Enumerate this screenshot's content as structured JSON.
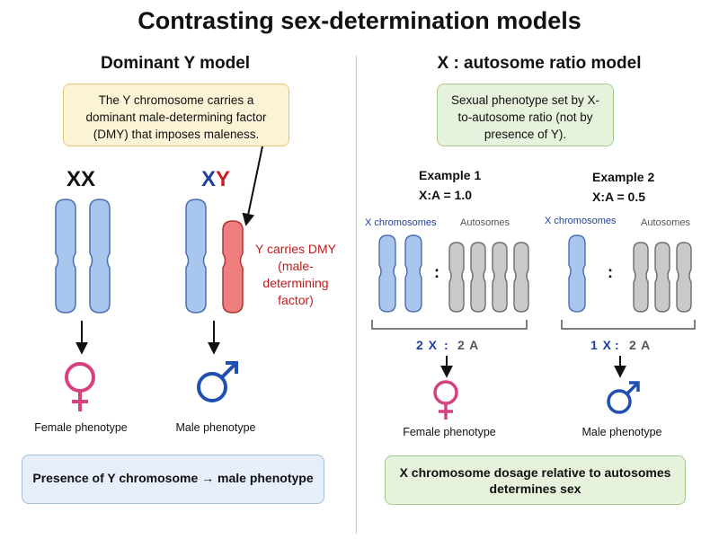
{
  "title": "Contrasting sex-determination models",
  "left": {
    "heading": "Dominant Y model",
    "note": "The Y chromosome carries a dominant male-determining factor (DMY) that imposes maleness.",
    "xx_label": "XX",
    "xy_label_x": "X",
    "xy_label_y": "Y",
    "y_callout": "Y carries DMY (male-determining factor)",
    "female_label": "Female phenotype",
    "male_label": "Male phenotype",
    "summary": "Presence of Y chromosome → male phenotype"
  },
  "right": {
    "heading": "X : autosome ratio model",
    "note": "Sexual phenotype set by X-to-autosome ratio (not by presence of Y).",
    "example1": {
      "title": "Example 1",
      "ratio": "X:A = 1.0",
      "x_label": "X chromosomes",
      "a_label": "Autosomes",
      "count_x": "2 X",
      "count_a": "2 A",
      "phenotype": "Female phenotype"
    },
    "example2": {
      "title": "Example 2",
      "ratio": "X:A = 0.5",
      "x_label": "X chromosomes",
      "a_label": "Autosomes",
      "count_x": "1 X",
      "count_a": "2 A",
      "phenotype": "Male phenotype"
    },
    "summary": "X chromosome dosage relative to autosomes determines sex"
  },
  "colors": {
    "x_chromosome": "#a9c6ee",
    "y_chromosome": "#ef7f7f",
    "autosome": "#c9c9c9",
    "female_symbol": "#d6417f",
    "male_symbol": "#1f4fb0",
    "x_text": "#1f3f99",
    "y_text": "#cc1e1e"
  },
  "icons": [
    "female-symbol-icon",
    "male-symbol-icon",
    "down-arrow-icon",
    "callout-arrow-icon"
  ]
}
